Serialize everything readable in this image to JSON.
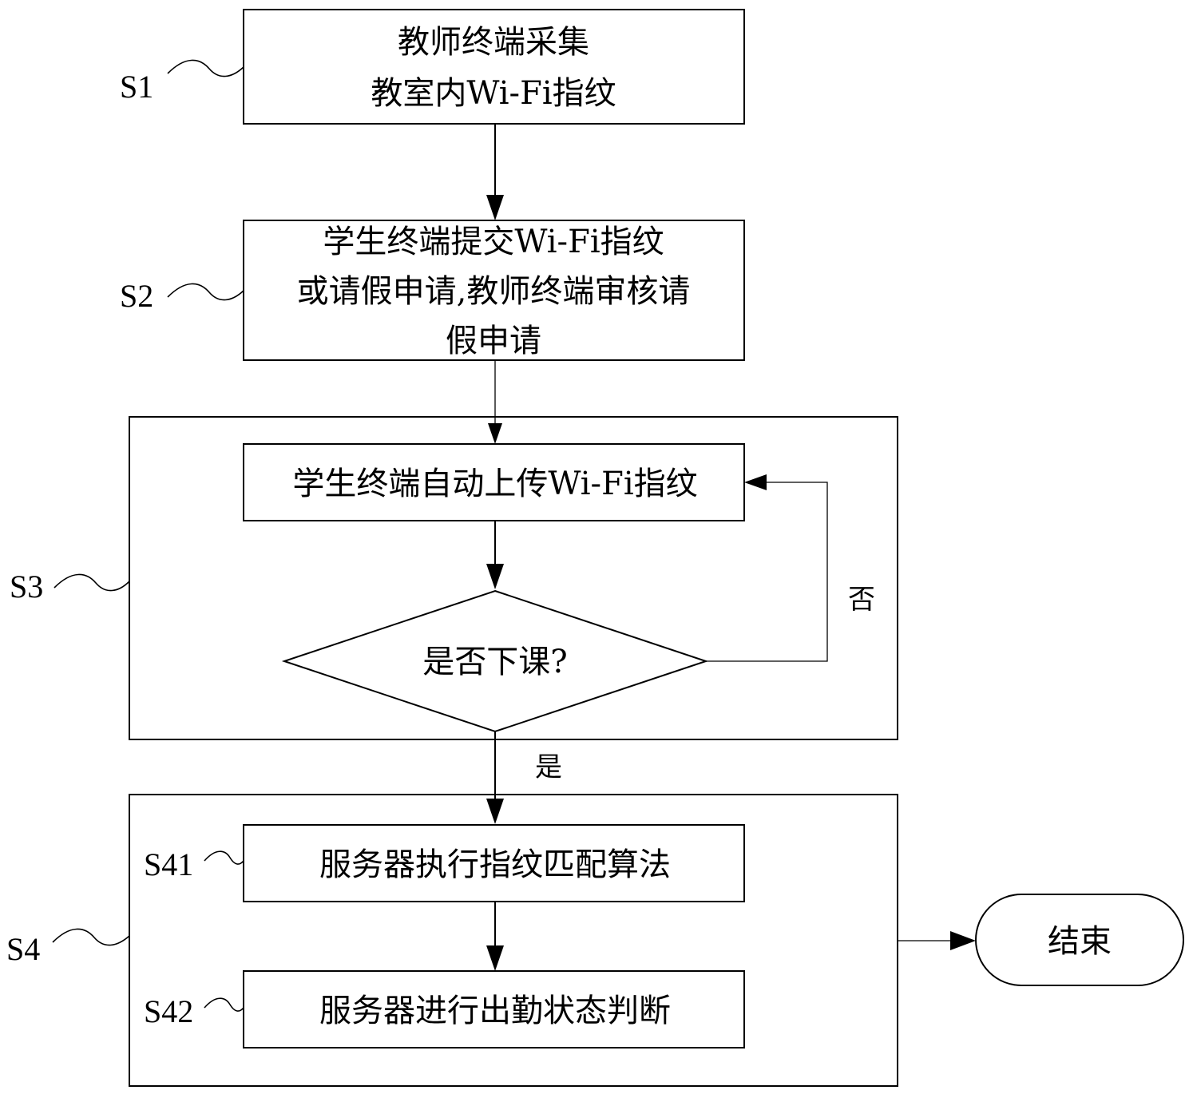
{
  "steps": {
    "s1": "S1",
    "s2": "S2",
    "s3": "S3",
    "s4": "S4",
    "s41": "S41",
    "s42": "S42"
  },
  "nodes": {
    "s1_line1": "教师终端采集",
    "s1_line2": "教室内Wi-Fi指纹",
    "s2_line1": "学生终端提交Wi-Fi指纹",
    "s2_line2": "或请假申请,教师终端审核请",
    "s2_line3": "假申请",
    "s3_upload": "学生终端自动上传Wi-Fi指纹",
    "decision": "是否下课?",
    "s41": "服务器执行指纹匹配算法",
    "s42": "服务器进行出勤状态判断",
    "end": "结束"
  },
  "branches": {
    "no": "否",
    "yes": "是"
  }
}
